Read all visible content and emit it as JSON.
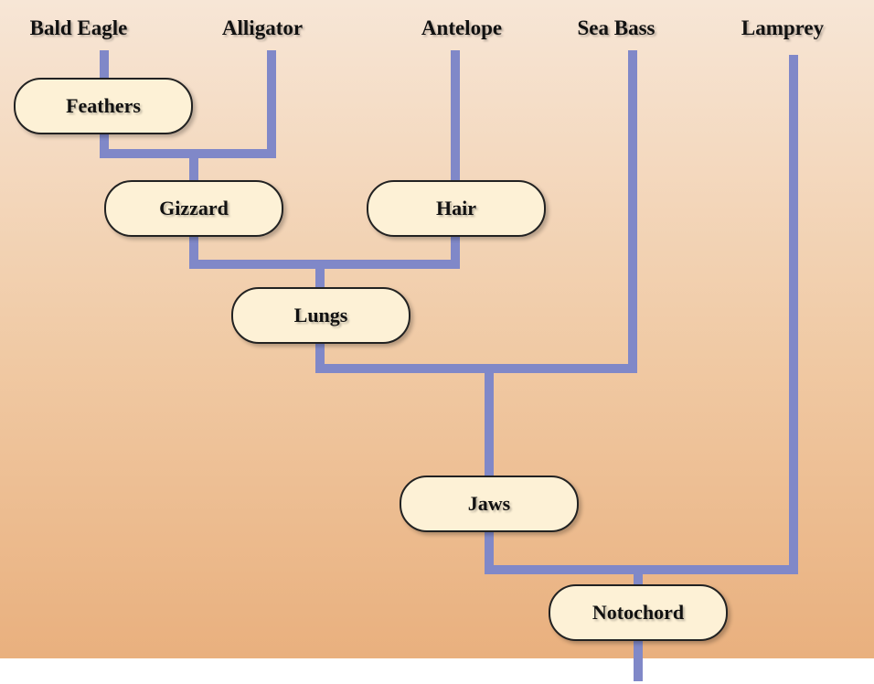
{
  "diagram": {
    "branch_color": "#8088c8",
    "node_fill": "#fdf1d6",
    "taxa": {
      "bald_eagle": "Bald Eagle",
      "alligator": "Alligator",
      "antelope": "Antelope",
      "sea_bass": "Sea Bass",
      "lamprey": "Lamprey"
    },
    "traits": {
      "feathers": "Feathers",
      "gizzard": "Gizzard",
      "hair": "Hair",
      "lungs": "Lungs",
      "jaws": "Jaws",
      "notochord": "Notochord"
    }
  }
}
